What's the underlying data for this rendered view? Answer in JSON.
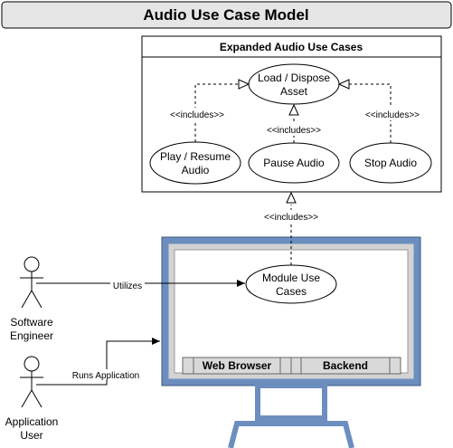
{
  "title": "Audio Use Case Model",
  "expanded_box": {
    "title": "Expanded Audio Use Cases",
    "use_cases": {
      "load_dispose": [
        "Load / Dispose",
        "Asset"
      ],
      "play_resume": [
        "Play / Resume",
        "Audio"
      ],
      "pause": "Pause Audio",
      "stop": "Stop Audio"
    },
    "includes_labels": {
      "left": "<<includes>>",
      "center": "<<includes>>",
      "right": "<<includes>>",
      "module": "<<includes>>"
    }
  },
  "monitor": {
    "module_use_case": [
      "Module Use",
      "Cases"
    ],
    "components": {
      "web_browser": "Web Browser",
      "backend": "Backend"
    }
  },
  "actors": {
    "software_engineer": [
      "Software",
      "Engineer"
    ],
    "application_user": [
      "Application",
      "User"
    ]
  },
  "edges": {
    "utilizes": "Utilizes",
    "runs_application": "Runs Application"
  },
  "colors": {
    "monitor_frame": "#6c8ebf",
    "monitor_inner": "#d3d3d3",
    "component_fill": "#d9d9d9",
    "title_bar": "#e6e6e6"
  }
}
